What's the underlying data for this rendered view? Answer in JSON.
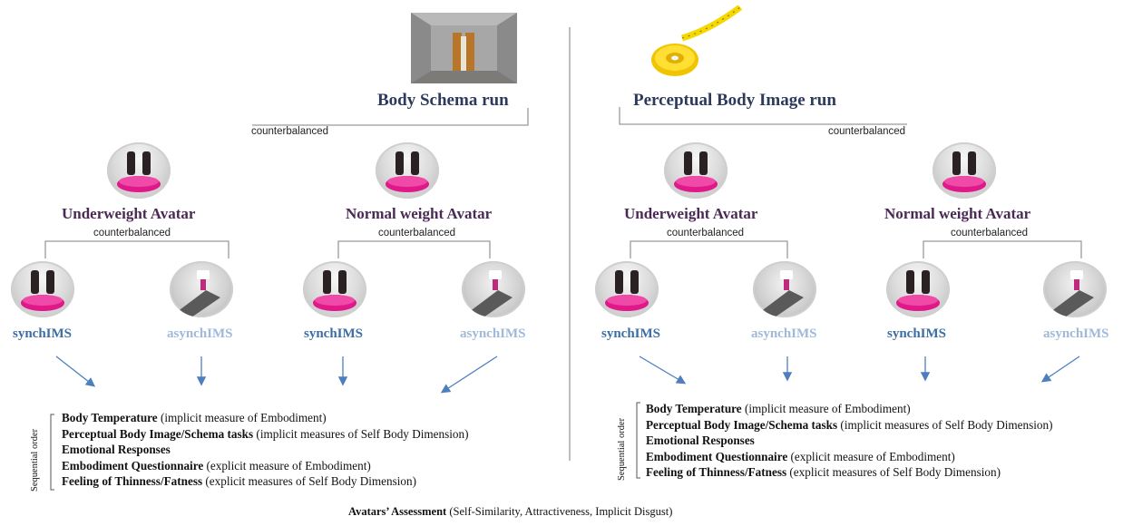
{
  "left_run": {
    "title": "Body Schema run",
    "counterbalanced": "counterbalanced",
    "avatars": [
      {
        "title": "Underweight  Avatar",
        "counterbalanced": "counterbalanced",
        "synch": "synchIMS",
        "asynch": "asynchIMS"
      },
      {
        "title": "Normal weight  Avatar",
        "counterbalanced": "counterbalanced",
        "synch": "synchIMS",
        "asynch": "asynchIMS"
      }
    ]
  },
  "right_run": {
    "title": "Perceptual Body Image run",
    "counterbalanced": "counterbalanced",
    "avatars": [
      {
        "title": "Underweight  Avatar",
        "counterbalanced": "counterbalanced",
        "synch": "synchIMS",
        "asynch": "asynchIMS"
      },
      {
        "title": "Normal weight  Avatar",
        "counterbalanced": "counterbalanced",
        "synch": "synchIMS",
        "asynch": "asynchIMS"
      }
    ]
  },
  "sequential_order_label": "Sequential order",
  "measures": [
    {
      "bold": "Body Temperature",
      "rest": " (implicit measure of Embodiment)"
    },
    {
      "bold": "Perceptual Body Image/Schema tasks",
      "rest": " (implicit measures of Self Body Dimension)"
    },
    {
      "bold": "Emotional Responses",
      "rest": ""
    },
    {
      "bold": "Embodiment Questionnaire",
      "rest": " (explicit measure of Embodiment)"
    },
    {
      "bold": "Feeling of Thinness/Fatness",
      "rest": " (explicit measures of Self Body Dimension)"
    }
  ],
  "footer": {
    "bold": "Avatars’ Assessment",
    "rest": " (Self-Similarity, Attractiveness, Implicit Disgust)"
  },
  "icons": {
    "room": "virtual-room-icon",
    "tape": "measuring-tape-icon",
    "avatar_synch": "avatar-body-icon",
    "avatar_asynch": "hand-stimulation-icon"
  },
  "colors": {
    "run_title": "#2e3a5c",
    "avatar_title": "#4a2a55",
    "synch": "#3c6ea6",
    "asynch": "#9fb9d8",
    "arrow": "#4d7fbf",
    "line": "#9a9a9a"
  }
}
